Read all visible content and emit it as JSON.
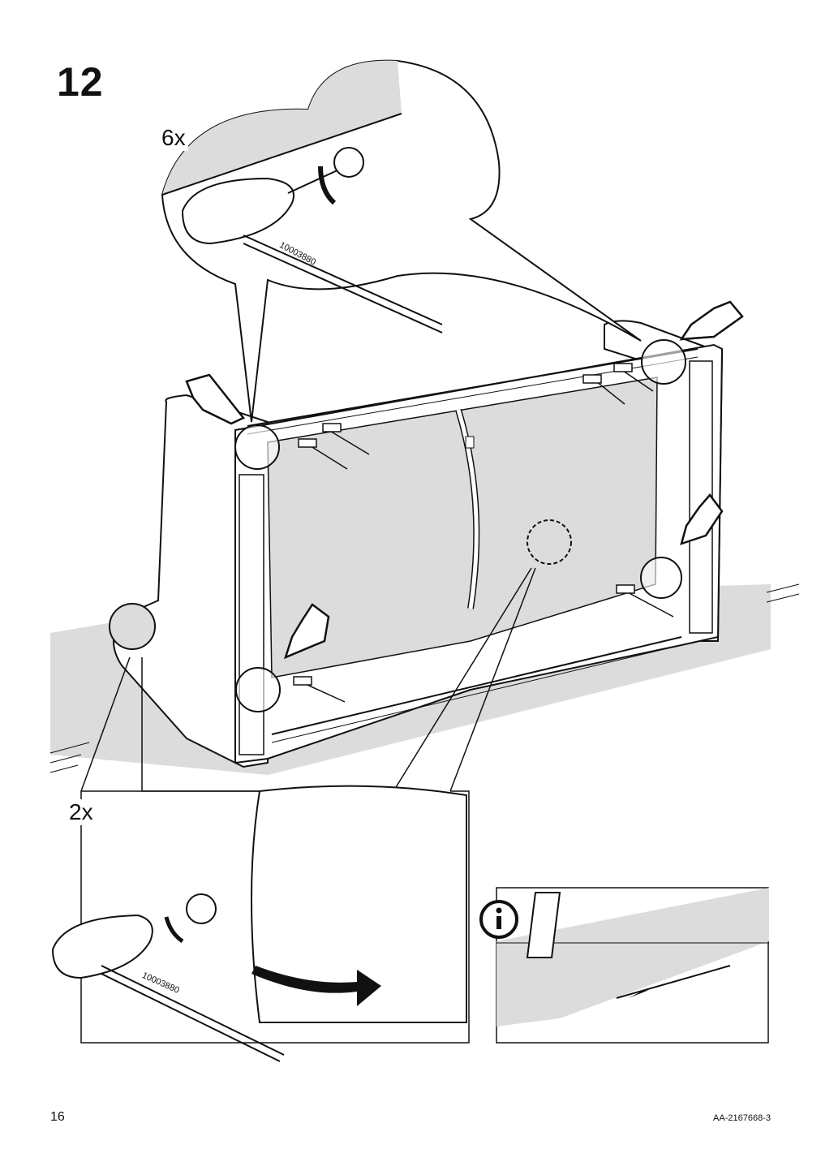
{
  "step": {
    "number": "12"
  },
  "detail_top": {
    "quantity": "6x",
    "tool_code": "10003880"
  },
  "detail_bottom": {
    "quantity": "2x",
    "tool_code": "10003880"
  },
  "info_panel": {
    "icon": "info-icon"
  },
  "icons": [
    "pointing-hand-icon",
    "rotate-arrow-icon",
    "push-arrow-icon",
    "allen-key-icon"
  ],
  "footer": {
    "page_number": "16",
    "document_code": "AA-2167668-3"
  },
  "colors": {
    "surface_gray": "#dcdcdc",
    "line": "#111111"
  }
}
